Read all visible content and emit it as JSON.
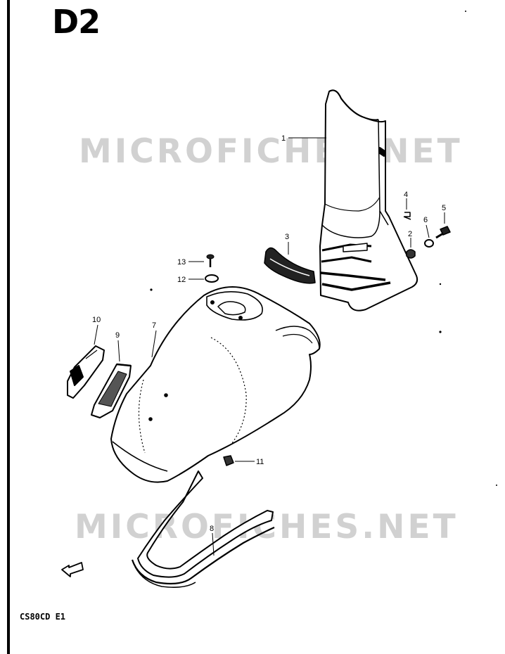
{
  "page_code": "D2",
  "model_code": "CS80CD E1",
  "watermarks": [
    "MICROFICHES.NET",
    "MICROFICHES.NET"
  ],
  "callouts": {
    "c1": "1",
    "c2": "2",
    "c3": "3",
    "c4": "4",
    "c5": "5",
    "c6": "6",
    "c7": "7",
    "c8": "8",
    "c9": "9",
    "c10": "10",
    "c11": "11",
    "c12": "12",
    "c13": "13"
  },
  "icons": {
    "front_direction": "arrow-left-icon"
  }
}
